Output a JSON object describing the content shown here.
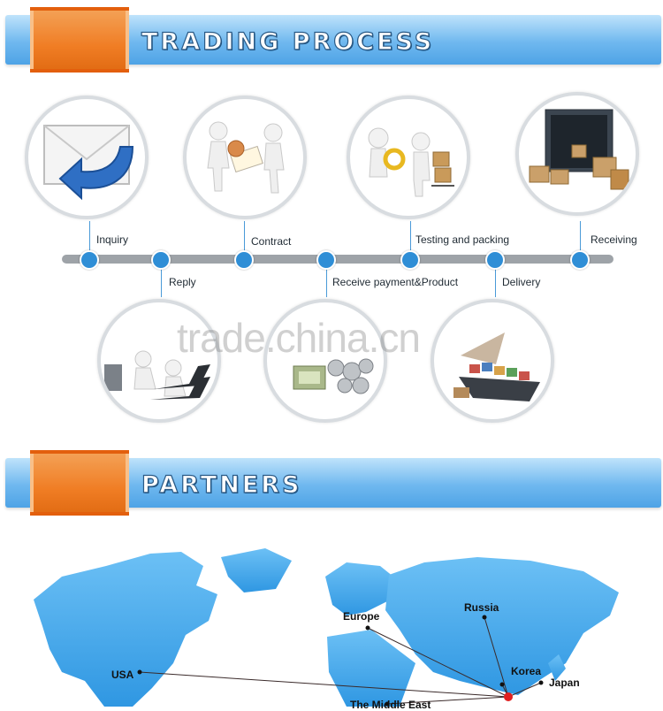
{
  "sections": {
    "trading_title": "TRADING PROCESS",
    "partners_title": "PARTNERS"
  },
  "steps": {
    "inquiry": "Inquiry",
    "contract": "Contract",
    "testing": "Testing and packing",
    "receiving": "Receiving",
    "reply": "Reply",
    "payment": "Receive payment&Product",
    "delivery": "Delivery"
  },
  "watermark": "trade.china.cn",
  "map": {
    "cities": {
      "europe": "Europe",
      "russia": "Russia",
      "usa": "USA",
      "korea": "Korea",
      "japan": "Japan",
      "middle_east": "The Middle East"
    }
  },
  "colors": {
    "banner_blue": "#4ea3e6",
    "tab_orange": "#f07d24",
    "timeline_gray": "#9ea3a8",
    "dot_blue": "#2f8ed6",
    "map_blue": "#3fa9ee"
  }
}
